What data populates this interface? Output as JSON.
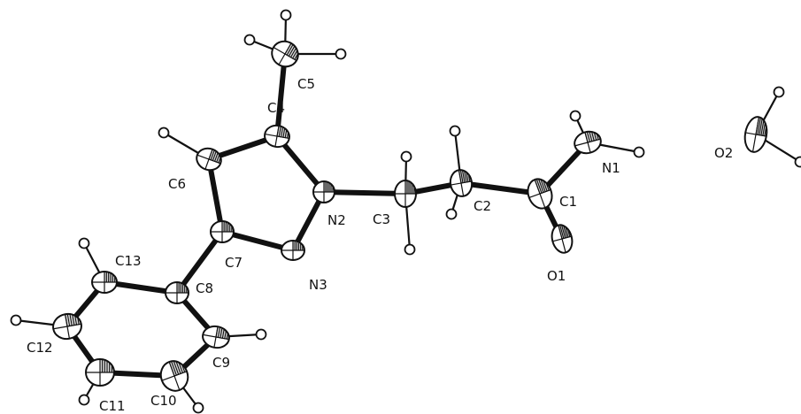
{
  "diagram": {
    "kind": "ORTEP thermal-ellipsoid molecular structure",
    "colors": {
      "bond": "#111111",
      "ellipsoid_fill": "#ffffff",
      "ellipsoid_stroke": "#111111",
      "hydrogen": "#ffffff",
      "background": "#ffffff"
    },
    "atoms": [
      {
        "id": "C1",
        "label": "C1",
        "element": "C"
      },
      {
        "id": "C2",
        "label": "C2",
        "element": "C"
      },
      {
        "id": "C3",
        "label": "C3",
        "element": "C"
      },
      {
        "id": "C4",
        "label": "C4",
        "element": "C"
      },
      {
        "id": "C5",
        "label": "C5",
        "element": "C"
      },
      {
        "id": "C6",
        "label": "C6",
        "element": "C"
      },
      {
        "id": "C7",
        "label": "C7",
        "element": "C"
      },
      {
        "id": "C8",
        "label": "C8",
        "element": "C"
      },
      {
        "id": "C9",
        "label": "C9",
        "element": "C"
      },
      {
        "id": "C10",
        "label": "C10",
        "element": "C"
      },
      {
        "id": "C11",
        "label": "C11",
        "element": "C"
      },
      {
        "id": "C12",
        "label": "C12",
        "element": "C"
      },
      {
        "id": "C13",
        "label": "C13",
        "element": "C"
      },
      {
        "id": "N1",
        "label": "N1",
        "element": "N"
      },
      {
        "id": "N2",
        "label": "N2",
        "element": "N"
      },
      {
        "id": "N3",
        "label": "N3",
        "element": "N"
      },
      {
        "id": "O1",
        "label": "O1",
        "element": "O"
      },
      {
        "id": "O2",
        "label": "O2",
        "element": "O"
      }
    ],
    "bonds": [
      [
        "C5",
        "C4"
      ],
      [
        "C4",
        "C6"
      ],
      [
        "C4",
        "N2"
      ],
      [
        "C6",
        "C7"
      ],
      [
        "C7",
        "N3"
      ],
      [
        "N3",
        "N2"
      ],
      [
        "N2",
        "C3"
      ],
      [
        "C3",
        "C2"
      ],
      [
        "C2",
        "C1"
      ],
      [
        "C1",
        "N1"
      ],
      [
        "C1",
        "O1"
      ],
      [
        "C7",
        "C8"
      ],
      [
        "C8",
        "C13"
      ],
      [
        "C13",
        "C12"
      ],
      [
        "C12",
        "C11"
      ],
      [
        "C11",
        "C10"
      ],
      [
        "C10",
        "C9"
      ],
      [
        "C9",
        "C8"
      ]
    ]
  }
}
